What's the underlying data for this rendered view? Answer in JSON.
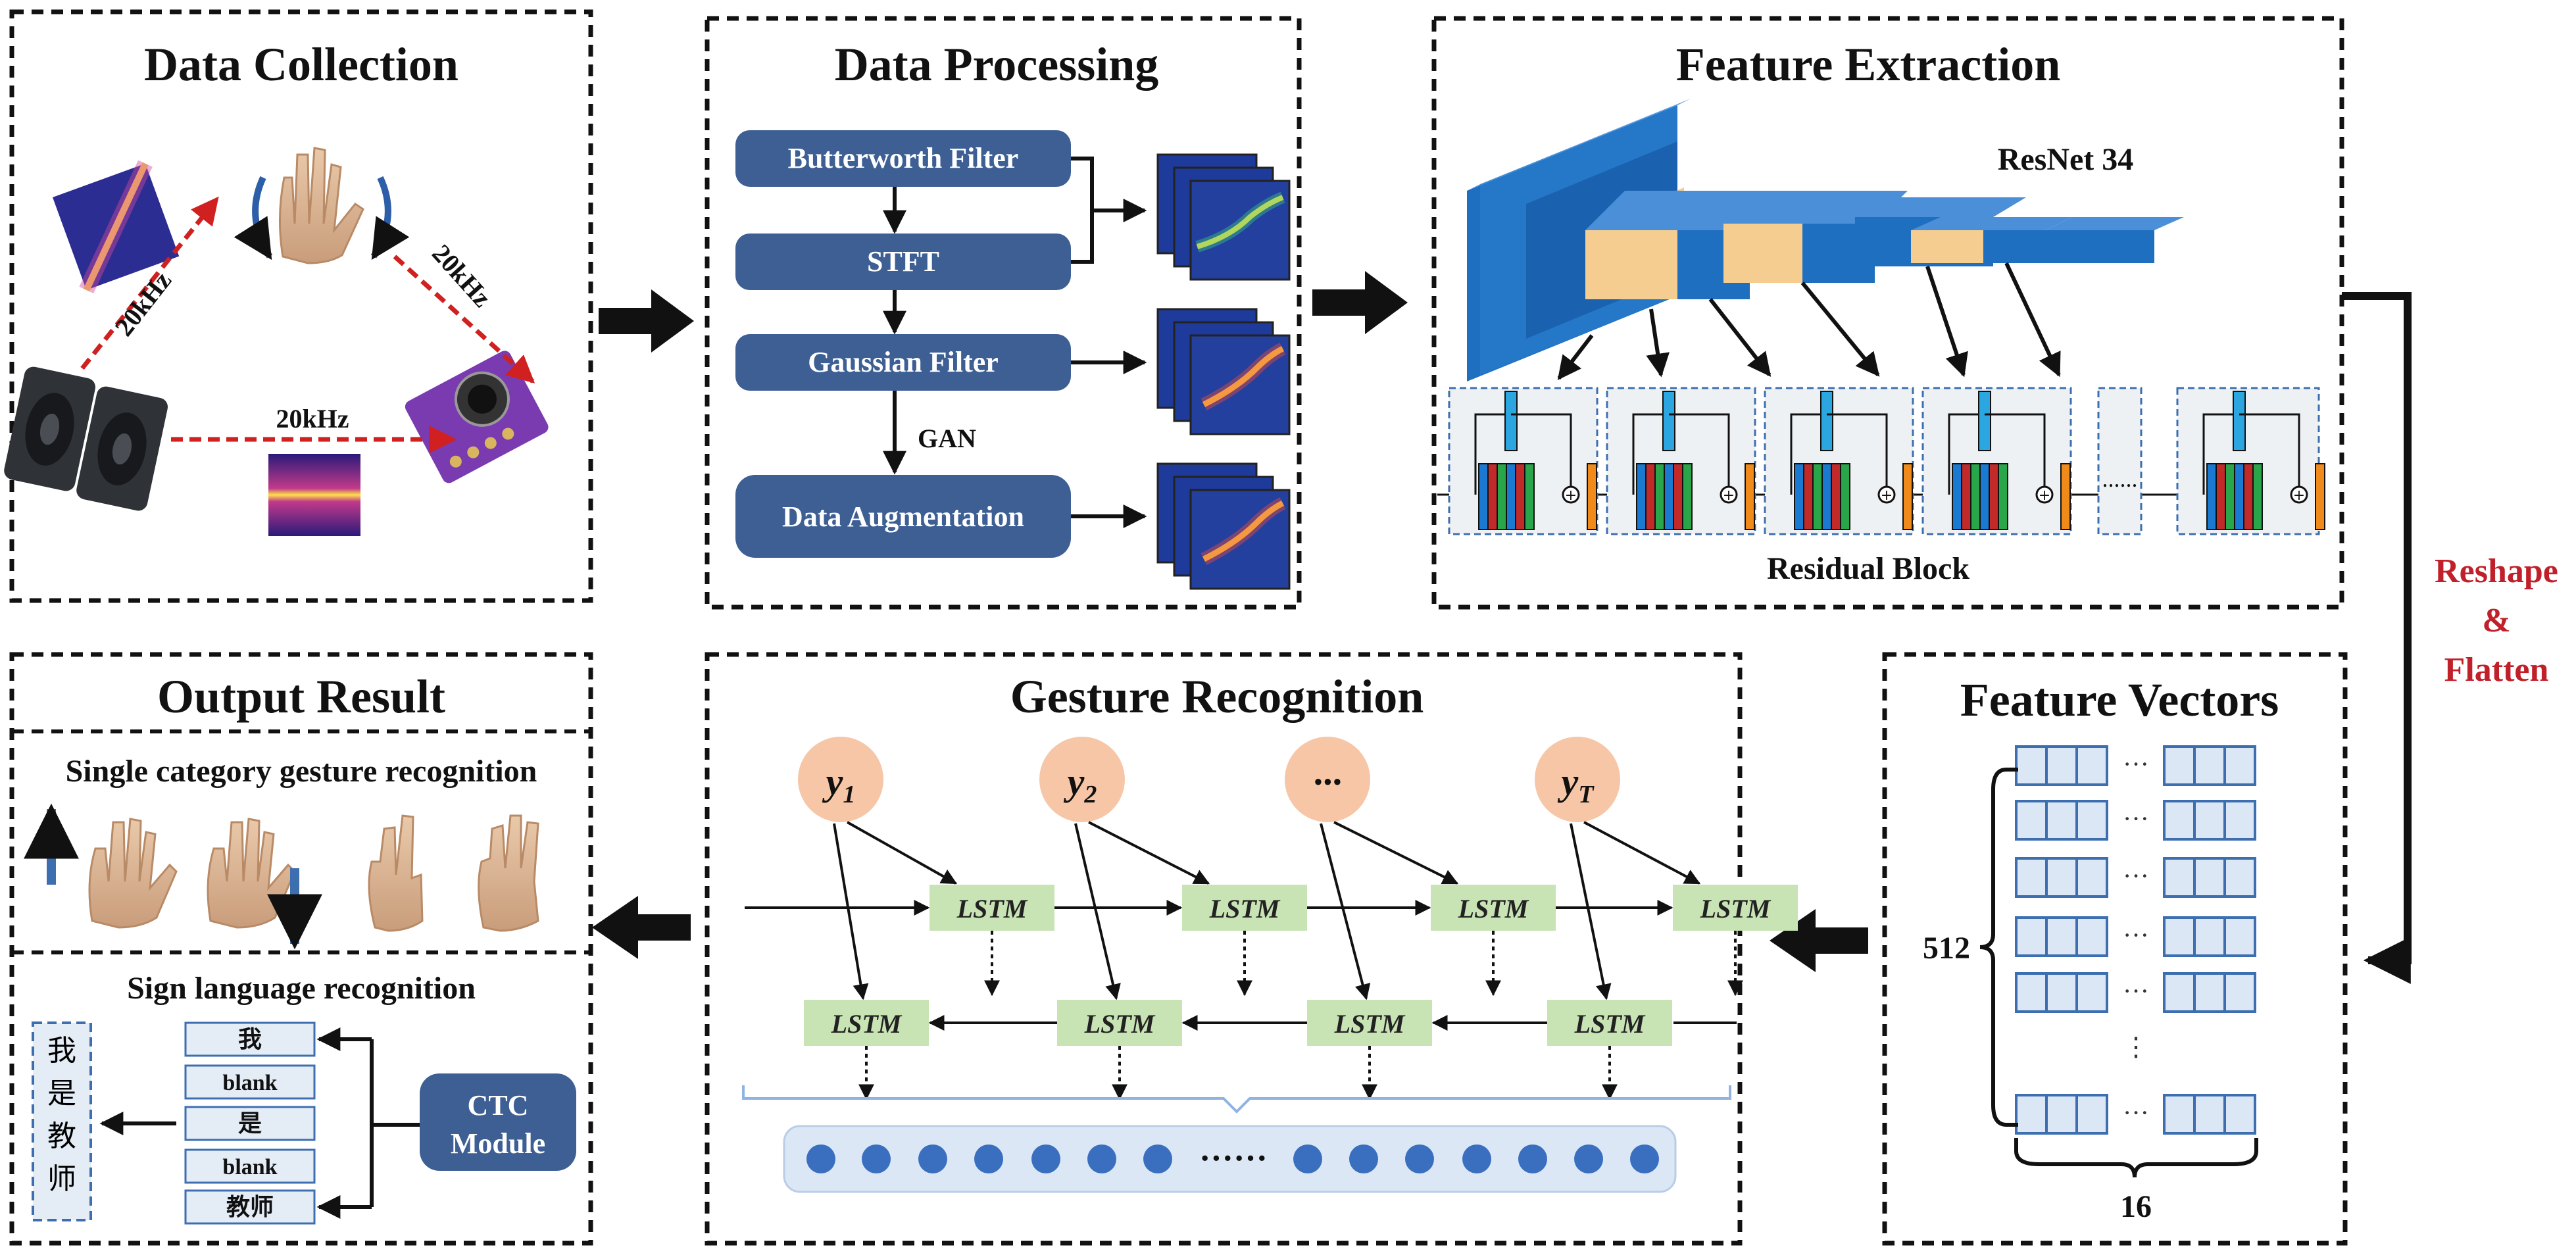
{
  "panels": {
    "collection": {
      "title": "Data Collection",
      "freq_left": "20kHz",
      "freq_right": "20kHz",
      "freq_bottom": "20kHz"
    },
    "processing": {
      "title": "Data Processing",
      "steps": [
        "Butterworth Filter",
        "STFT",
        "Gaussian Filter",
        "Data Augmentation"
      ],
      "gan_label": "GAN"
    },
    "extraction": {
      "title": "Feature Extraction",
      "model": "ResNet 34",
      "block_label": "Residual Block",
      "ellipsis": "......"
    },
    "reshape": {
      "line1": "Reshape",
      "line2": "&",
      "line3": "Flatten"
    },
    "vectors": {
      "title": "Feature Vectors",
      "rows_label": "512",
      "cols_label": "16",
      "dots": "···"
    },
    "recognition": {
      "title": "Gesture Recognition",
      "outputs": [
        {
          "base": "y",
          "sub": "1"
        },
        {
          "base": "y",
          "sub": "2"
        },
        {
          "base": "···",
          "sub": ""
        },
        {
          "base": "y",
          "sub": "T"
        }
      ],
      "cell_label": "LSTM",
      "seq_dots": "······"
    },
    "output": {
      "title": "Output Result",
      "single_title": "Single category gesture recognition",
      "sign_title": "Sign language recognition",
      "tokens": [
        "我",
        "blank",
        "是",
        "blank",
        "教师"
      ],
      "result_chars": [
        "我",
        "是",
        "教",
        "师"
      ],
      "ctc_line1": "CTC",
      "ctc_line2": "Module"
    }
  },
  "colors": {
    "box_blue": "#3d5f94",
    "lstm_green": "#c8e3b4",
    "node_peach": "#f6c6a6",
    "dot_blue": "#3a6fc0",
    "red_arrow": "#d02020",
    "resnet_blue": "#1f6fc0",
    "resnet_tan": "#f6cd91"
  }
}
